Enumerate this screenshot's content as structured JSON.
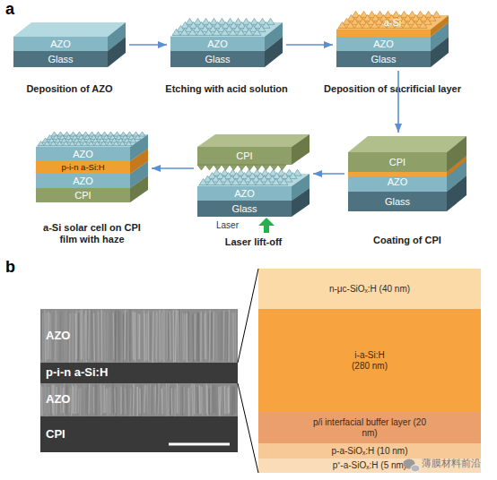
{
  "diagram": {
    "nodes": [
      {
        "text": [
          "Deposition of AZO"
        ]
      },
      {
        "text": [
          "AZO"
        ],
        "in": 0
      },
      {
        "text": [
          "Glass"
        ],
        "in": 0
      },
      {
        "text": [
          "Etching with acid solution"
        ]
      },
      {
        "text": [
          "AZO"
        ],
        "in": 3
      },
      {
        "text": [
          "Glass"
        ],
        "in": 3
      },
      {
        "text": [
          "Deposition of sacrificial layer"
        ]
      },
      {
        "text": [
          "a-Si"
        ],
        "in": 6
      },
      {
        "text": [
          "AZO"
        ],
        "in": 6
      },
      {
        "text": [
          "Glass"
        ],
        "in": 6
      },
      {
        "text": [
          "Coating of CPI"
        ]
      },
      {
        "text": [
          "CPI"
        ],
        "in": 10
      },
      {
        "text": [
          "AZO"
        ],
        "in": 10
      },
      {
        "text": [
          "Glass"
        ],
        "in": 10
      },
      {
        "text": [
          "Laser lift-off"
        ]
      },
      {
        "text": [
          "CPI"
        ],
        "in": 14
      },
      {
        "text": [
          "AZO"
        ],
        "in": 14
      },
      {
        "text": [
          "Glass"
        ],
        "in": 14
      },
      {
        "text": [
          "a-Si solar cell on CPI film with haze"
        ]
      },
      {
        "text": [
          "AZO"
        ],
        "in": 18
      },
      {
        "text": [
          "p-i-n a-Si:H"
        ],
        "in": 18
      },
      {
        "text": [
          "AZO"
        ],
        "in": 18
      },
      {
        "text": [
          "CPI"
        ],
        "in": 18
      },
      {
        "text": [
          "AZO"
        ]
      },
      {
        "text": [
          "p-i-n a-Si:H"
        ]
      },
      {
        "text": [
          "AZO"
        ]
      },
      {
        "text": [
          "CPI"
        ]
      },
      {
        "text": [
          "n-μc-SiOₓ:H (40 nm)"
        ]
      },
      {
        "text": [
          "i-a-Si:H (280 nm)"
        ]
      },
      {
        "text": [
          "p/i interfacial buffer layer (20 nm)"
        ]
      },
      {
        "text": [
          "p-a-SiOₓ:H (10 nm)"
        ]
      },
      {
        "text": [
          "p⁺-a-SiOₓ:H (5 nm)"
        ]
      }
    ],
    "edges": [
      {
        "from": 0,
        "to": 3,
        "arrow": "to"
      },
      {
        "from": 3,
        "to": 6,
        "arrow": "to"
      },
      {
        "from": 6,
        "to": 10,
        "arrow": "to"
      },
      {
        "from": 10,
        "to": 14,
        "arrow": "to"
      },
      {
        "from": 14,
        "to": 18,
        "arrow": "to"
      }
    ],
    "labels": [
      "a",
      "b",
      "Laser",
      "薄膜材料前沿"
    ]
  }
}
